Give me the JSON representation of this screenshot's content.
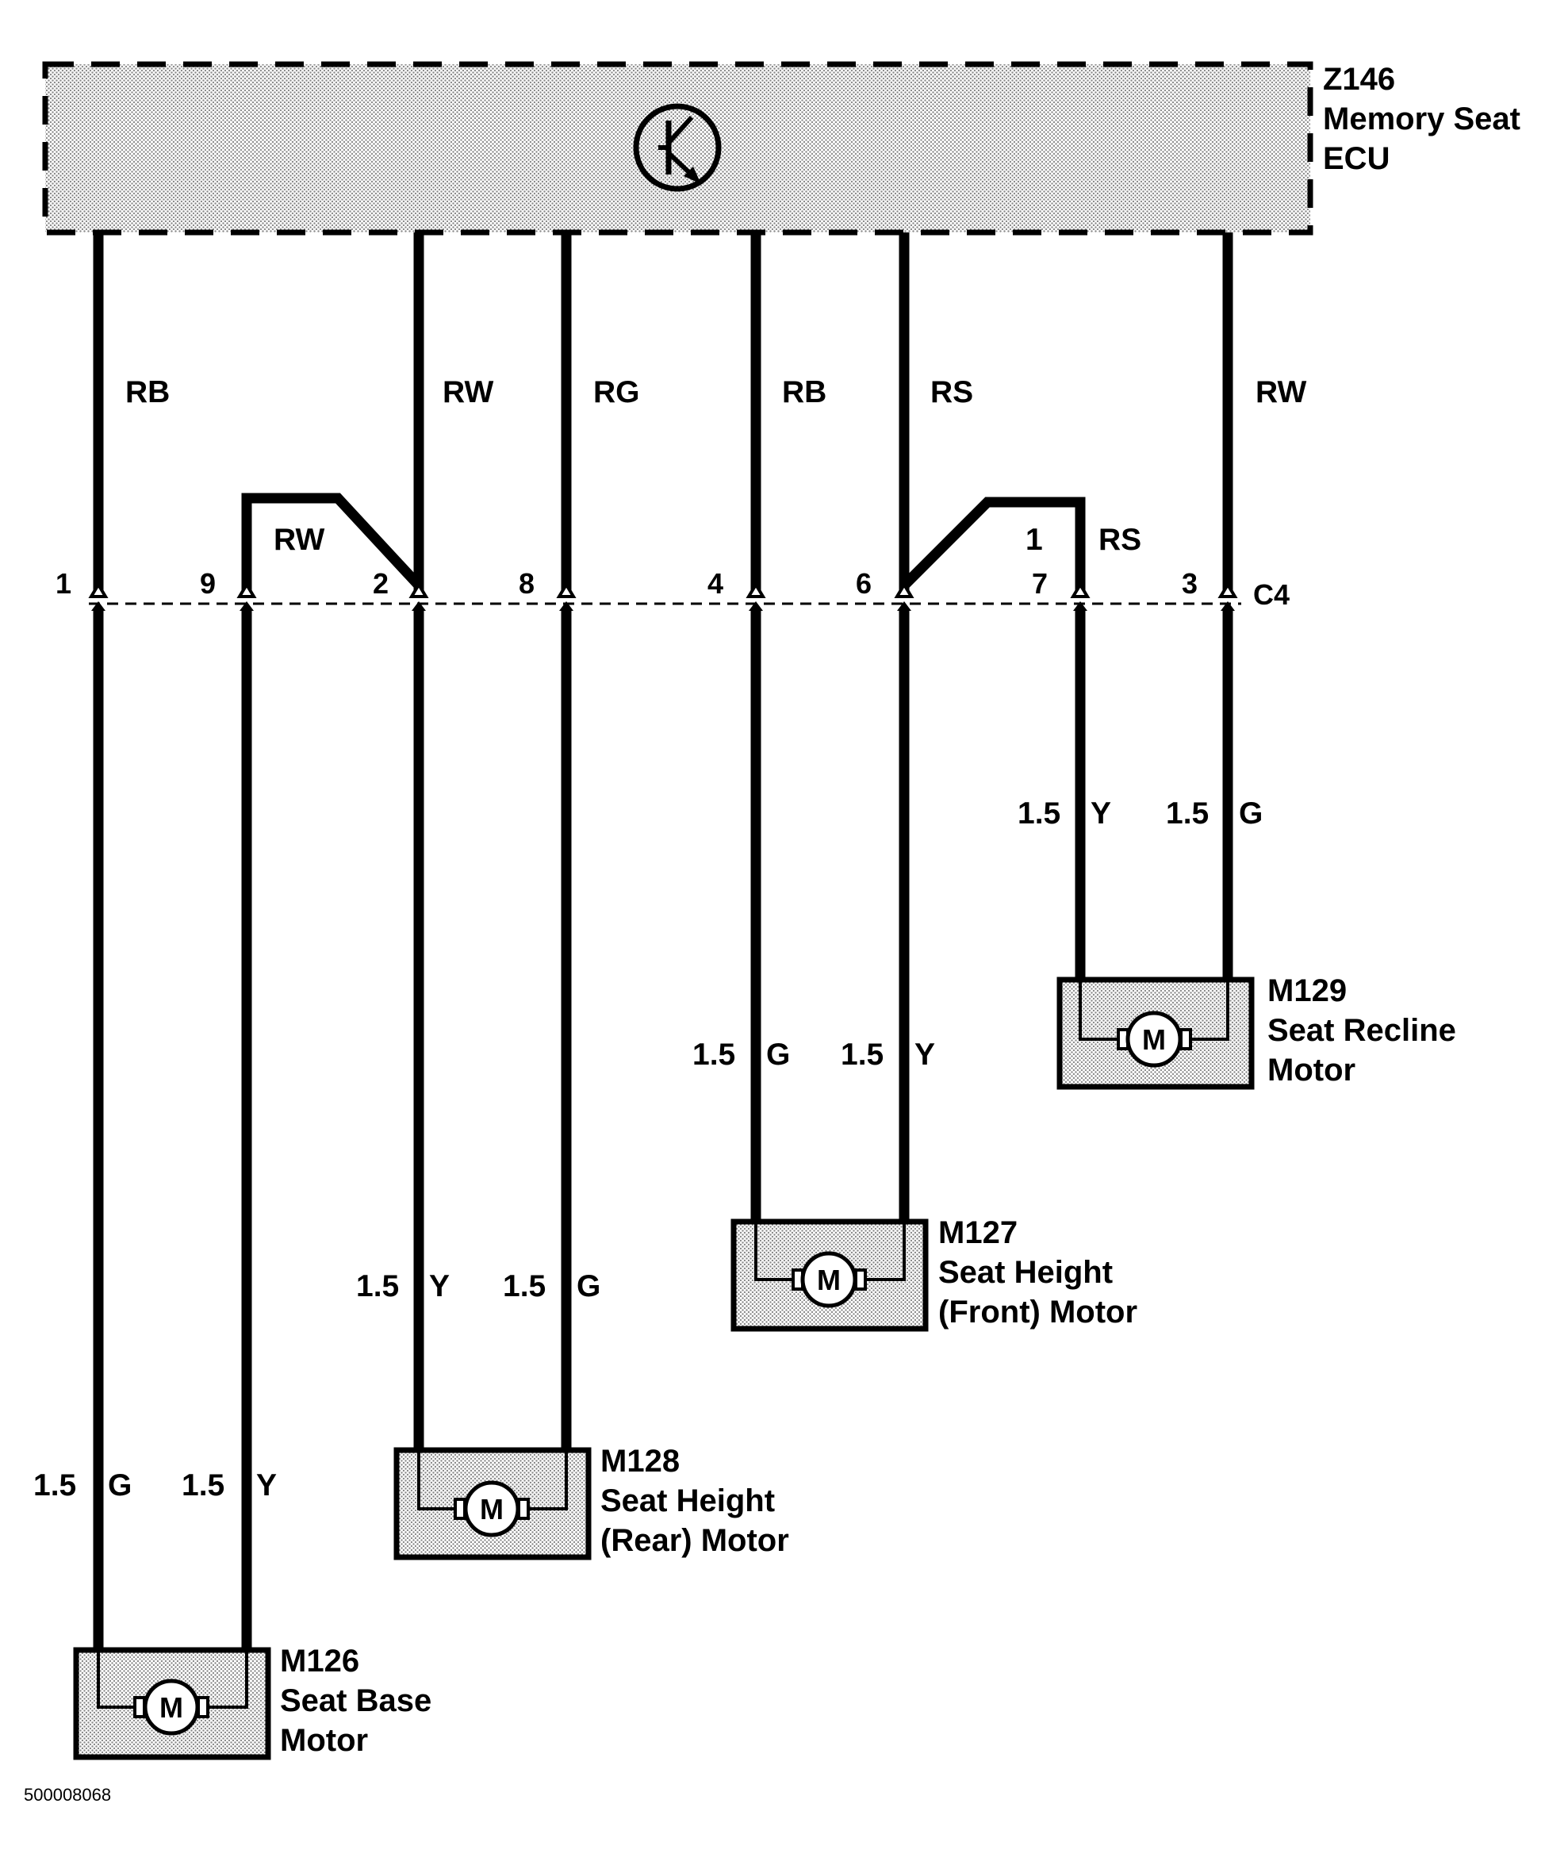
{
  "ecu": {
    "id": "Z146",
    "name": "Memory Seat",
    "type": "ECU",
    "wires": [
      "RB",
      "RW",
      "RG",
      "RB",
      "RS",
      "RW"
    ]
  },
  "connector": {
    "id": "C4",
    "pins": [
      "1",
      "9",
      "2",
      "8",
      "4",
      "6",
      "7",
      "3"
    ],
    "cross_wires": [
      "RW",
      "1",
      "RS"
    ]
  },
  "motors": [
    {
      "id": "M126",
      "line1": "Seat Base",
      "line2": "Motor",
      "symbol": "M",
      "wires": [
        {
          "size": "1.5",
          "color": "G"
        },
        {
          "size": "1.5",
          "color": "Y"
        }
      ]
    },
    {
      "id": "M128",
      "line1": "Seat Height",
      "line2": "(Rear) Motor",
      "symbol": "M",
      "wires": [
        {
          "size": "1.5",
          "color": "Y"
        },
        {
          "size": "1.5",
          "color": "G"
        }
      ]
    },
    {
      "id": "M127",
      "line1": "Seat Height",
      "line2": "(Front) Motor",
      "symbol": "M",
      "wires": [
        {
          "size": "1.5",
          "color": "G"
        },
        {
          "size": "1.5",
          "color": "Y"
        }
      ]
    },
    {
      "id": "M129",
      "line1": "Seat Recline",
      "line2": "Motor",
      "symbol": "M",
      "wires": [
        {
          "size": "1.5",
          "color": "Y"
        },
        {
          "size": "1.5",
          "color": "G"
        }
      ]
    }
  ],
  "figure_code": "500008068"
}
